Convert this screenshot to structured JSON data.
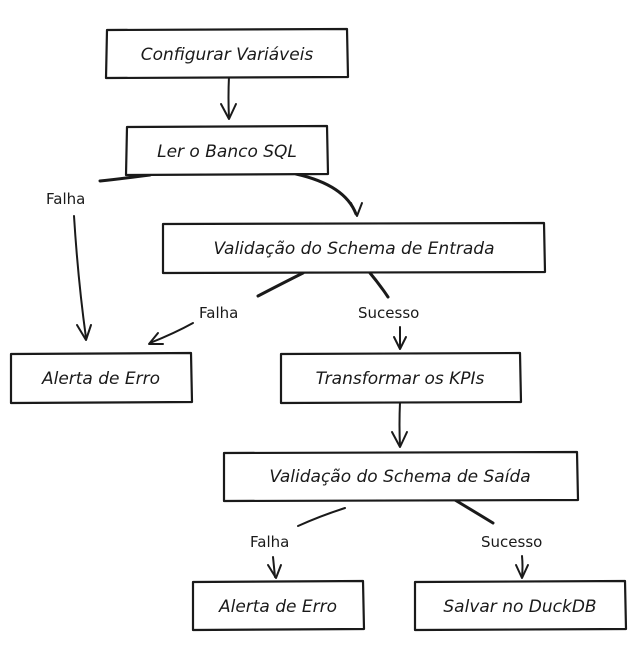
{
  "nodes": {
    "configurar": "Configurar Variáveis",
    "ler_banco": "Ler o Banco SQL",
    "validacao_entrada": "Validação do Schema de Entrada",
    "alerta_erro_1": "Alerta de Erro",
    "transformar": "Transformar os KPIs",
    "validacao_saida": "Validação do Schema de Saída",
    "alerta_erro_2": "Alerta de Erro",
    "salvar": "Salvar no DuckDB"
  },
  "edges": {
    "ler_falha": "Falha",
    "entrada_falha": "Falha",
    "entrada_sucesso": "Sucesso",
    "saida_falha": "Falha",
    "saida_sucesso": "Sucesso"
  }
}
